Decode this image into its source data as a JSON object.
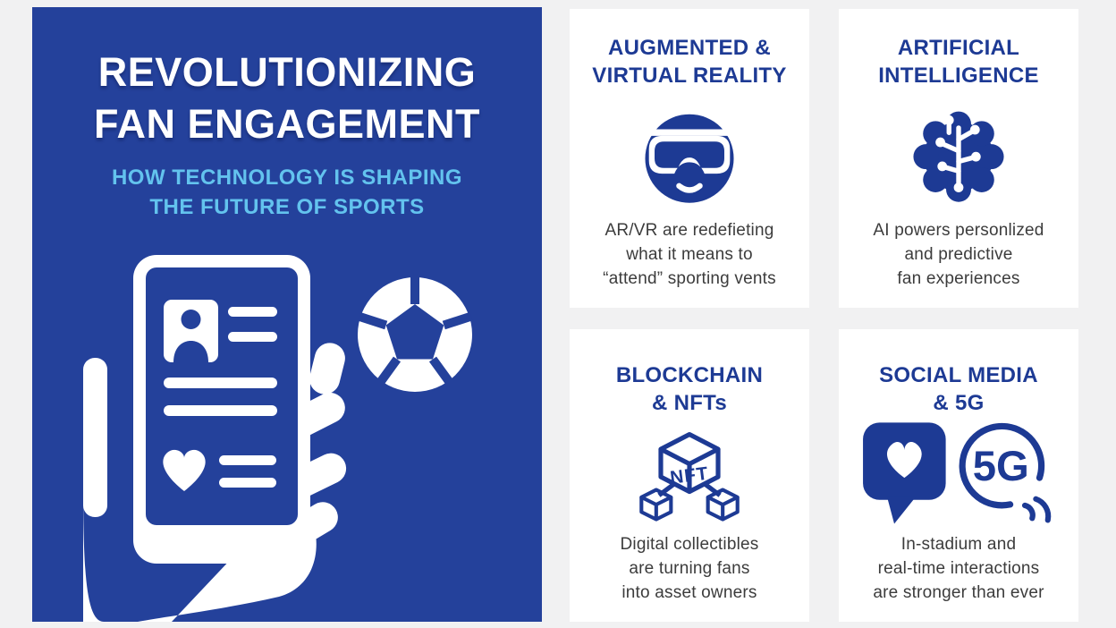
{
  "poster": {
    "title": "REVOLUTIONIZING\nFAN ENGAGEMENT",
    "subtitle": "HOW TECHNOLOGY IS SHAPING\nTHE FUTURE OF SPORTS",
    "illustration_icons": [
      "hand-holding-phone-icon",
      "fan-profile-screen-icon",
      "heart-icon",
      "soccer-ball-icon"
    ]
  },
  "cards": [
    {
      "title": "AUGMENTED &\nVIRTUAL REALITY",
      "icon": "vr-headset-face-icon",
      "description": "AR/VR are redefieting\nwhat it means to\n“attend” sporting vents"
    },
    {
      "title": "ARTIFICIAL\nINTELLIGENCE",
      "icon": "ai-brain-circuit-icon",
      "description": "AI powers personlized\nand predictive\nfan experiences"
    },
    {
      "title": "BLOCKCHAIN\n& NFTs",
      "icon": "nft-cubes-icon",
      "icon_label": "NFT",
      "description": "Digital collectibles\nare turning fans\ninto asset owners"
    },
    {
      "title": "SOCIAL MEDIA\n& 5G",
      "icon": "heart-bubble-and-5g-icon",
      "icon_label": "5G",
      "description": "In-stadium and\nreal-time interactions\nare stronger than ever"
    }
  ],
  "colors": {
    "panel_blue": "#24419B",
    "icon_navy": "#1D3A94",
    "subtitle_light_blue": "#63C3EE",
    "page_background": "#F1F1F2",
    "card_background": "#FFFFFF",
    "body_text": "#3C3C3C"
  }
}
